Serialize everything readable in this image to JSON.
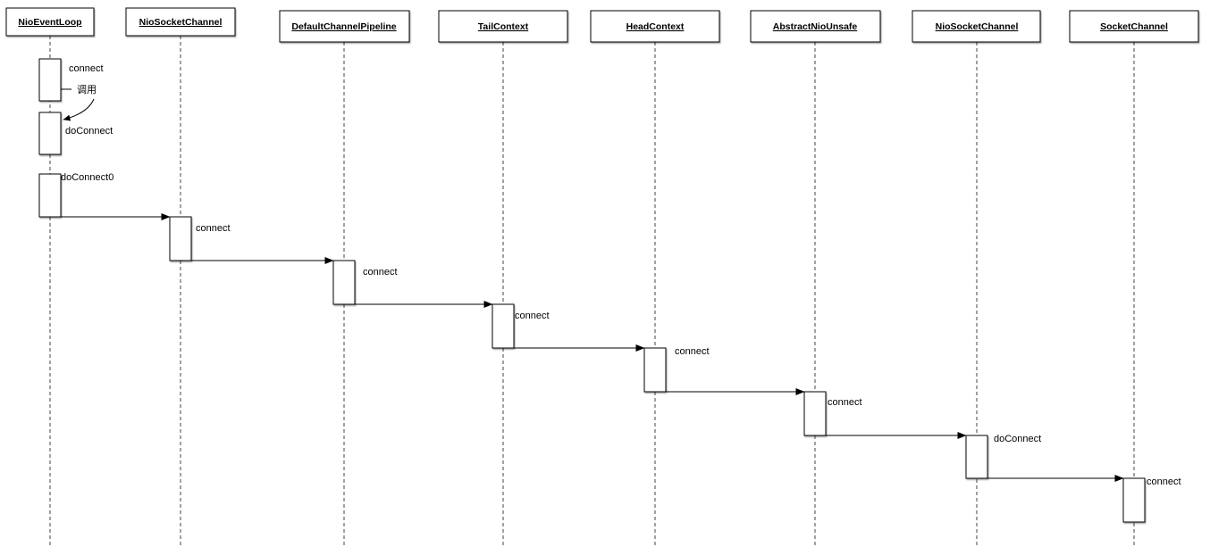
{
  "participants": [
    {
      "name": "NioEventLoop"
    },
    {
      "name": "NioSocketChannel"
    },
    {
      "name": "DefaultChannelPipeline"
    },
    {
      "name": "TailContext"
    },
    {
      "name": "HeadContext"
    },
    {
      "name": "AbstractNioUnsafe"
    },
    {
      "name": "NioSocketChannel"
    },
    {
      "name": "SocketChannel"
    }
  ],
  "self_calls": [
    {
      "label": "connect"
    },
    {
      "label": "doConnect"
    },
    {
      "label": "doConnect0"
    }
  ],
  "call_note": "调用",
  "messages": [
    {
      "label": "connect"
    },
    {
      "label": "connect"
    },
    {
      "label": "connect"
    },
    {
      "label": "connect"
    },
    {
      "label": "connect"
    },
    {
      "label": "doConnect"
    },
    {
      "label": "connect"
    }
  ]
}
